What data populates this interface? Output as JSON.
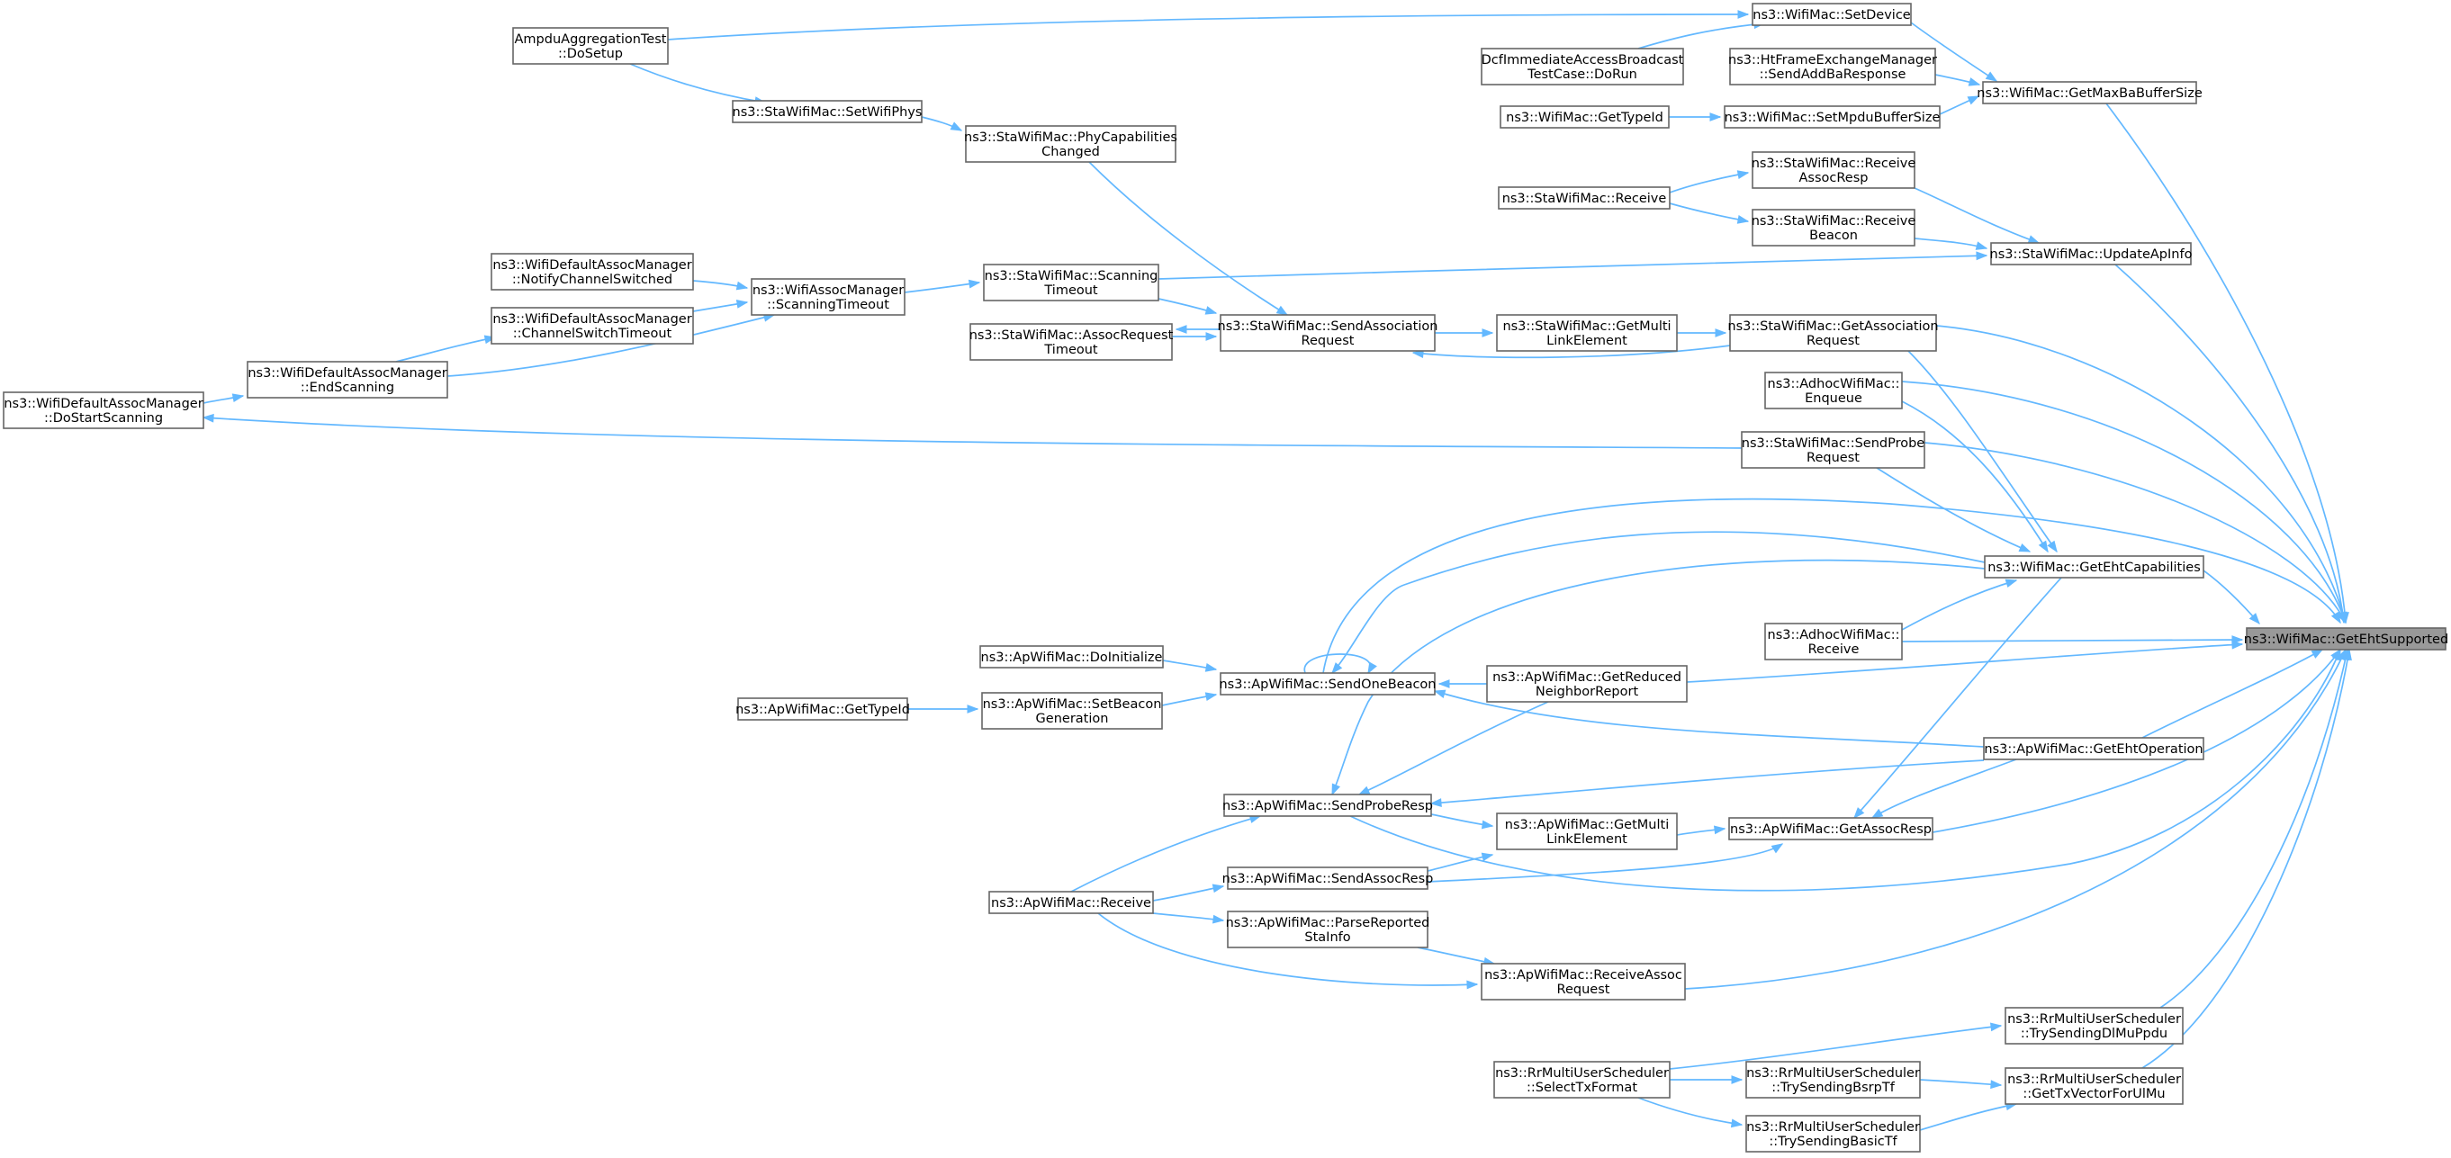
{
  "colors": {
    "edge": "#63b8ff",
    "node_border": "#666666",
    "root_fill": "#999999",
    "node_fill": "#ffffff"
  },
  "root": "n0",
  "nodes": [
    {
      "id": "n0",
      "lines": [
        "ns3::WifiMac::GetEhtSupported"
      ]
    },
    {
      "id": "n1",
      "lines": [
        "ns3::WifiMac::SetDevice"
      ]
    },
    {
      "id": "n2",
      "lines": [
        "AmpduAggregationTest",
        "::DoSetup"
      ]
    },
    {
      "id": "n3",
      "lines": [
        "DcfImmediateAccessBroadcast",
        "TestCase::DoRun"
      ]
    },
    {
      "id": "n4",
      "lines": [
        "ns3::HtFrameExchangeManager",
        "::SendAddBaResponse"
      ]
    },
    {
      "id": "n5",
      "lines": [
        "ns3::WifiMac::GetMaxBaBufferSize"
      ]
    },
    {
      "id": "n6",
      "lines": [
        "ns3::WifiMac::GetTypeId"
      ]
    },
    {
      "id": "n7",
      "lines": [
        "ns3::WifiMac::SetMpduBufferSize"
      ]
    },
    {
      "id": "n8",
      "lines": [
        "ns3::StaWifiMac::SetWifiPhys"
      ]
    },
    {
      "id": "n9",
      "lines": [
        "ns3::StaWifiMac::PhyCapabilities",
        "Changed"
      ]
    },
    {
      "id": "n10",
      "lines": [
        "ns3::StaWifiMac::Receive",
        "AssocResp"
      ]
    },
    {
      "id": "n11",
      "lines": [
        "ns3::StaWifiMac::Receive"
      ]
    },
    {
      "id": "n12",
      "lines": [
        "ns3::StaWifiMac::Receive",
        "Beacon"
      ]
    },
    {
      "id": "n13",
      "lines": [
        "ns3::StaWifiMac::UpdateApInfo"
      ]
    },
    {
      "id": "n14",
      "lines": [
        "ns3::WifiDefaultAssocManager",
        "::NotifyChannelSwitched"
      ]
    },
    {
      "id": "n15",
      "lines": [
        "ns3::WifiAssocManager",
        "::ScanningTimeout"
      ]
    },
    {
      "id": "n16",
      "lines": [
        "ns3::StaWifiMac::Scanning",
        "Timeout"
      ]
    },
    {
      "id": "n17",
      "lines": [
        "ns3::WifiDefaultAssocManager",
        "::ChannelSwitchTimeout"
      ]
    },
    {
      "id": "n18",
      "lines": [
        "ns3::StaWifiMac::AssocRequest",
        "Timeout"
      ]
    },
    {
      "id": "n19",
      "lines": [
        "ns3::StaWifiMac::SendAssociation",
        "Request"
      ]
    },
    {
      "id": "n20",
      "lines": [
        "ns3::StaWifiMac::GetMulti",
        "LinkElement"
      ]
    },
    {
      "id": "n21",
      "lines": [
        "ns3::StaWifiMac::GetAssociation",
        "Request"
      ]
    },
    {
      "id": "n22",
      "lines": [
        "ns3::WifiDefaultAssocManager",
        "::EndScanning"
      ]
    },
    {
      "id": "n23",
      "lines": [
        "ns3::WifiDefaultAssocManager",
        "::DoStartScanning"
      ]
    },
    {
      "id": "n24",
      "lines": [
        "ns3::AdhocWifiMac::",
        "Enqueue"
      ]
    },
    {
      "id": "n25",
      "lines": [
        "ns3::StaWifiMac::SendProbe",
        "Request"
      ]
    },
    {
      "id": "n26",
      "lines": [
        "ns3::WifiMac::GetEhtCapabilities"
      ]
    },
    {
      "id": "n27",
      "lines": [
        "ns3::AdhocWifiMac::",
        "Receive"
      ]
    },
    {
      "id": "n28",
      "lines": [
        "ns3::ApWifiMac::DoInitialize"
      ]
    },
    {
      "id": "n29",
      "lines": [
        "ns3::ApWifiMac::SendOneBeacon"
      ]
    },
    {
      "id": "n30",
      "lines": [
        "ns3::ApWifiMac::GetReduced",
        "NeighborReport"
      ]
    },
    {
      "id": "n31",
      "lines": [
        "ns3::ApWifiMac::GetTypeId"
      ]
    },
    {
      "id": "n32",
      "lines": [
        "ns3::ApWifiMac::SetBeacon",
        "Generation"
      ]
    },
    {
      "id": "n33",
      "lines": [
        "ns3::ApWifiMac::GetEhtOperation"
      ]
    },
    {
      "id": "n34",
      "lines": [
        "ns3::ApWifiMac::SendProbeResp"
      ]
    },
    {
      "id": "n35",
      "lines": [
        "ns3::ApWifiMac::GetMulti",
        "LinkElement"
      ]
    },
    {
      "id": "n36",
      "lines": [
        "ns3::ApWifiMac::GetAssocResp"
      ]
    },
    {
      "id": "n37",
      "lines": [
        "ns3::ApWifiMac::SendAssocResp"
      ]
    },
    {
      "id": "n38",
      "lines": [
        "ns3::ApWifiMac::Receive"
      ]
    },
    {
      "id": "n39",
      "lines": [
        "ns3::ApWifiMac::ParseReported",
        "StaInfo"
      ]
    },
    {
      "id": "n40",
      "lines": [
        "ns3::ApWifiMac::ReceiveAssoc",
        "Request"
      ]
    },
    {
      "id": "n41",
      "lines": [
        "ns3::RrMultiUserScheduler",
        "::TrySendingDlMuPpdu"
      ]
    },
    {
      "id": "n42",
      "lines": [
        "ns3::RrMultiUserScheduler",
        "::SelectTxFormat"
      ]
    },
    {
      "id": "n43",
      "lines": [
        "ns3::RrMultiUserScheduler",
        "::TrySendingBsrpTf"
      ]
    },
    {
      "id": "n44",
      "lines": [
        "ns3::RrMultiUserScheduler",
        "::GetTxVectorForUlMu"
      ]
    },
    {
      "id": "n45",
      "lines": [
        "ns3::RrMultiUserScheduler",
        "::TrySendingBasicTf"
      ]
    }
  ],
  "edges": [
    [
      "n1",
      "n5"
    ],
    [
      "n2",
      "n1"
    ],
    [
      "n3",
      "n1"
    ],
    [
      "n4",
      "n5"
    ],
    [
      "n5",
      "n0"
    ],
    [
      "n6",
      "n7"
    ],
    [
      "n7",
      "n5"
    ],
    [
      "n2",
      "n8"
    ],
    [
      "n8",
      "n9"
    ],
    [
      "n9",
      "n19"
    ],
    [
      "n11",
      "n10"
    ],
    [
      "n11",
      "n12"
    ],
    [
      "n10",
      "n13"
    ],
    [
      "n12",
      "n13"
    ],
    [
      "n13",
      "n0"
    ],
    [
      "n16",
      "n13"
    ],
    [
      "n14",
      "n15"
    ],
    [
      "n17",
      "n15"
    ],
    [
      "n15",
      "n16"
    ],
    [
      "n22",
      "n15"
    ],
    [
      "n22",
      "n17"
    ],
    [
      "n23",
      "n22"
    ],
    [
      "n25",
      "n23"
    ],
    [
      "n16",
      "n19"
    ],
    [
      "n18",
      "n19"
    ],
    [
      "n19",
      "n18"
    ],
    [
      "n19",
      "n20"
    ],
    [
      "n20",
      "n21"
    ],
    [
      "n21",
      "n19"
    ],
    [
      "n21",
      "n0"
    ],
    [
      "n21",
      "n26"
    ],
    [
      "n24",
      "n0"
    ],
    [
      "n24",
      "n26"
    ],
    [
      "n25",
      "n0"
    ],
    [
      "n25",
      "n26"
    ],
    [
      "n26",
      "n0"
    ],
    [
      "n26",
      "n29"
    ],
    [
      "n26",
      "n34"
    ],
    [
      "n26",
      "n36"
    ],
    [
      "n27",
      "n0"
    ],
    [
      "n27",
      "n26"
    ],
    [
      "n28",
      "n29"
    ],
    [
      "n31",
      "n32"
    ],
    [
      "n32",
      "n29"
    ],
    [
      "n29",
      "n29"
    ],
    [
      "n29",
      "n0"
    ],
    [
      "n30",
      "n29"
    ],
    [
      "n30",
      "n0"
    ],
    [
      "n30",
      "n34"
    ],
    [
      "n33",
      "n0"
    ],
    [
      "n33",
      "n29"
    ],
    [
      "n33",
      "n34"
    ],
    [
      "n33",
      "n36"
    ],
    [
      "n34",
      "n0"
    ],
    [
      "n34",
      "n35"
    ],
    [
      "n35",
      "n36"
    ],
    [
      "n36",
      "n0"
    ],
    [
      "n37",
      "n35"
    ],
    [
      "n37",
      "n36"
    ],
    [
      "n38",
      "n34"
    ],
    [
      "n38",
      "n37"
    ],
    [
      "n38",
      "n39"
    ],
    [
      "n38",
      "n40"
    ],
    [
      "n39",
      "n40"
    ],
    [
      "n40",
      "n0"
    ],
    [
      "n41",
      "n0"
    ],
    [
      "n42",
      "n41"
    ],
    [
      "n42",
      "n43"
    ],
    [
      "n42",
      "n45"
    ],
    [
      "n43",
      "n44"
    ],
    [
      "n45",
      "n44"
    ],
    [
      "n44",
      "n0"
    ]
  ]
}
